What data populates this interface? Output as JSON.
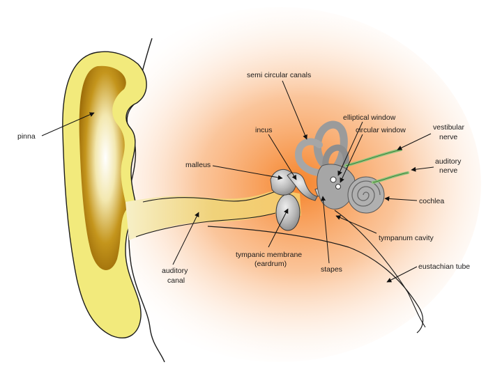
{
  "labels": {
    "pinna": "pinna",
    "semicircular_canals": "semi circular canals",
    "elliptical_window": "elliptical window",
    "circular_window": "circular window",
    "vestibular_nerve_1": "vestibular",
    "vestibular_nerve_2": "nerve",
    "incus": "incus",
    "malleus": "malleus",
    "auditory_nerve_1": "auditory",
    "auditory_nerve_2": "nerve",
    "cochlea": "cochlea",
    "tympanum_cavity": "tympanum cavity",
    "tympanic_membrane_1": "tympanic membrane",
    "tympanic_membrane_2": "(eardrum)",
    "stapes": "stapes",
    "eustachian_tube": "eustachian tube",
    "auditory_canal_1": "auditory",
    "auditory_canal_2": "canal"
  },
  "colors": {
    "background_glow": "#f7a25a",
    "ear_yellow": "#f2ea7c",
    "ear_inner": "#b37e10",
    "canal_fill": "#f0d678",
    "bone_gray": "#a8a8a8",
    "nerve_green": "#8cc47a",
    "outline": "#1a1a1a"
  }
}
